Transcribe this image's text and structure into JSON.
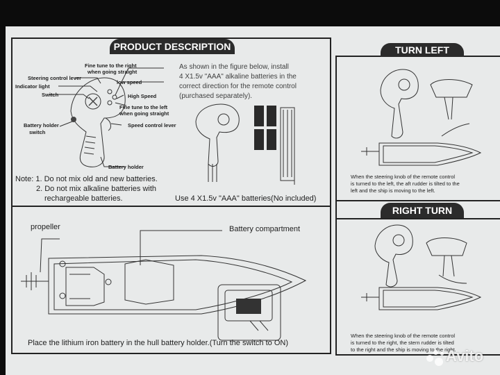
{
  "product_description": {
    "heading": "PRODUCT DESCRIPTION",
    "install_text": [
      "As shown in the figure below, install",
      "4 X1.5v \"AAA\" alkaline batteries in the",
      "correct direction for the remote control",
      "(purchased separately)."
    ],
    "remote_labels": {
      "steering": "Steering control lever",
      "indicator": "Indicator light",
      "switch": "Switch",
      "battery_holder_switch": [
        "Battery holder",
        "switch"
      ],
      "fine_right": [
        "Fine tune to the right",
        "when going straight"
      ],
      "low_speed": "low speed",
      "high_speed": "High Speed",
      "fine_left": [
        "Fine tune to the left",
        "when going straight"
      ],
      "speed_lever": "Speed control lever",
      "battery_holder": "Battery holder"
    },
    "notes": [
      "Note: 1. Do not mix old and new batteries.",
      "2. Do not mix alkaline batteries with",
      "rechargeable batteries."
    ],
    "battery_caption": "Use 4 X1.5v \"AAA\" batteries(No included)"
  },
  "hull": {
    "propeller": "propeller",
    "battery_compartment": "Battery compartment",
    "caption": "Place the lithium iron battery in the hull battery holder.(Turn the switch to ON)"
  },
  "turn_left": {
    "heading": "TURN LEFT",
    "text": [
      "When the steering knob of the remote control",
      "is turned to the left, the aft rudder is tilted to the",
      "left and the ship is moving to the left."
    ]
  },
  "right_turn": {
    "heading": "RIGHT TURN",
    "text": [
      "When the steering knob of the remote control",
      "is turned to the right, the stern rudder is tilted",
      "to the right and the ship is moving to the right."
    ]
  },
  "watermark": "Avito"
}
